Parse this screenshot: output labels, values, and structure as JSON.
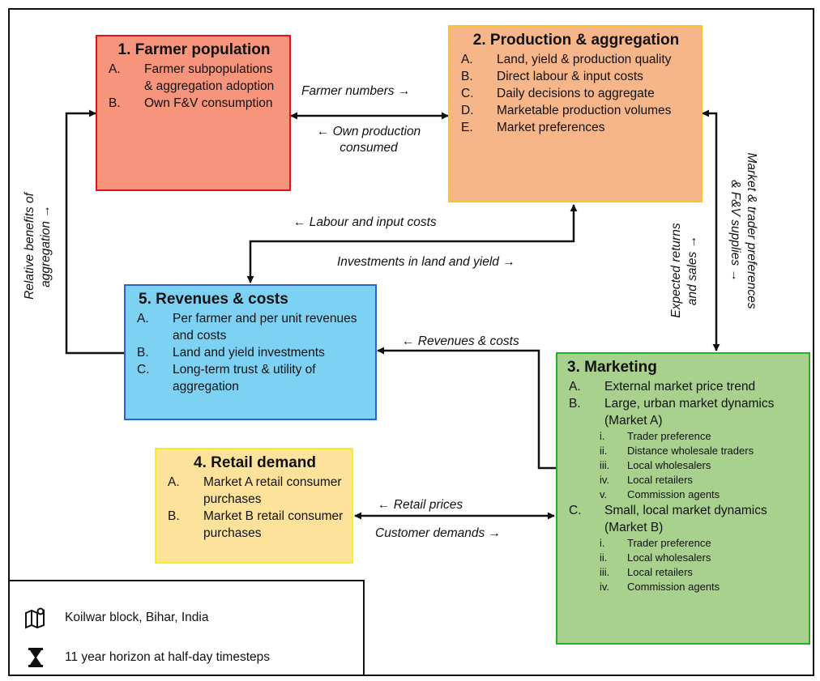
{
  "boxes": {
    "farmer": {
      "title": "1. Farmer population",
      "items": [
        {
          "marker": "A.",
          "text": "Farmer subpopulations & aggregation adoption"
        },
        {
          "marker": "B.",
          "text": "Own F&V consumption"
        }
      ],
      "fill": "#f6947c",
      "border": "#e0131b"
    },
    "production": {
      "title": "2. Production & aggregation",
      "items": [
        {
          "marker": "A.",
          "text": "Land, yield & production quality"
        },
        {
          "marker": "B.",
          "text": "Direct labour & input costs"
        },
        {
          "marker": "C.",
          "text": "Daily decisions to aggregate"
        },
        {
          "marker": "D.",
          "text": "Marketable production volumes"
        },
        {
          "marker": "E.",
          "text": "Market preferences"
        }
      ],
      "fill": "#f6b68a",
      "border": "#f9c22b"
    },
    "marketing": {
      "title": "3. Marketing",
      "items": [
        {
          "marker": "A.",
          "text": "External market price trend"
        },
        {
          "marker": "B.",
          "text": "Large, urban market dynamics (Market A)"
        },
        {
          "marker": "C.",
          "text": "Small, local market dynamics (Market B)"
        }
      ],
      "sub_b": [
        {
          "marker": "i.",
          "text": "Trader preference"
        },
        {
          "marker": "ii.",
          "text": "Distance wholesale traders"
        },
        {
          "marker": "iii.",
          "text": "Local wholesalers"
        },
        {
          "marker": "iv.",
          "text": "Local retailers"
        },
        {
          "marker": "v.",
          "text": "Commission agents"
        }
      ],
      "sub_c": [
        {
          "marker": "i.",
          "text": "Trader preference"
        },
        {
          "marker": "ii.",
          "text": "Local wholesalers"
        },
        {
          "marker": "iii.",
          "text": "Local retailers"
        },
        {
          "marker": "iv.",
          "text": "Commission agents"
        }
      ],
      "fill": "#a9d18e",
      "border": "#22b21f"
    },
    "retail": {
      "title": "4. Retail demand",
      "items": [
        {
          "marker": "A.",
          "text": "Market A retail consumer purchases"
        },
        {
          "marker": "B.",
          "text": "Market B retail consumer purchases"
        }
      ],
      "fill": "#fde29c",
      "border": "#f5ef1f"
    },
    "revenues": {
      "title": "5. Revenues & costs",
      "items": [
        {
          "marker": "A.",
          "text": "Per farmer and per unit revenues and costs"
        },
        {
          "marker": "B.",
          "text": "Land and yield investments"
        },
        {
          "marker": "C.",
          "text": "Long-term trust & utility of aggregation"
        }
      ],
      "fill": "#7dd2f4",
      "border": "#2566c6"
    }
  },
  "flows": {
    "farmer_numbers": "Farmer numbers →",
    "own_production_1": "← Own production",
    "own_production_2": "consumed",
    "labour_costs": "← Labour and input costs",
    "investments": "Investments in land and yield →",
    "relative_benefits_1": "Relative benefits of",
    "relative_benefits_2": "aggregation →",
    "expected_returns_1": "Expected returns",
    "expected_returns_2": "and sales →",
    "market_trader_1": "Market & trader preferences",
    "market_trader_2": "& F&V supplies →",
    "revenues_costs": "← Revenues & costs",
    "retail_prices": "← Retail prices",
    "customer_demands": "Customer demands →"
  },
  "legend": {
    "location": "Koilwar block, Bihar, India",
    "location_icon": "map-pin-icon",
    "horizon": "11 year horizon at half-day timesteps",
    "horizon_icon": "hourglass-icon"
  }
}
